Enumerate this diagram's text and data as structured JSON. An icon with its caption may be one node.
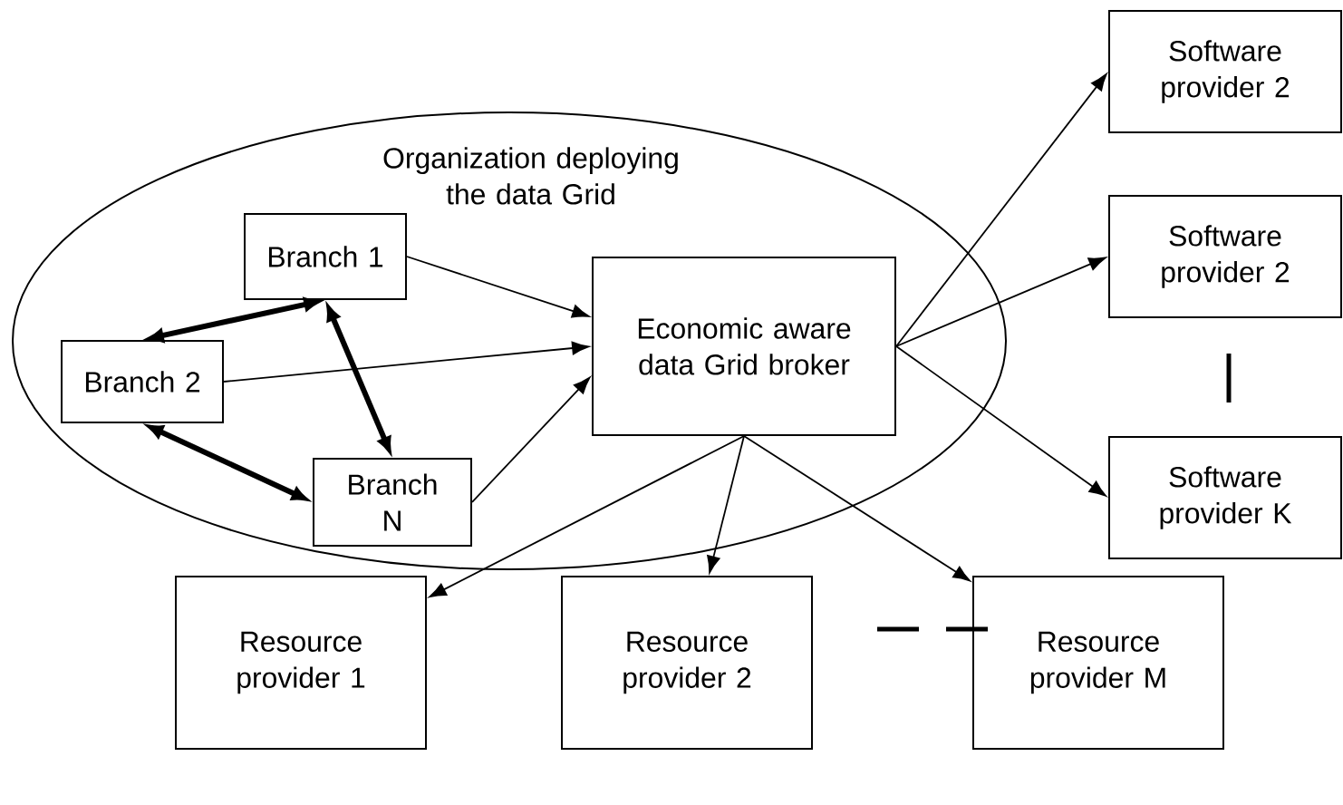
{
  "diagram": {
    "nodes": [
      {
        "text": [
          "Organization deploying the data Grid"
        ]
      },
      {
        "text": [
          "Branch 1"
        ],
        "in": 0
      },
      {
        "text": [
          "Branch 2"
        ],
        "in": 0
      },
      {
        "text": [
          "Branch N"
        ],
        "in": 0
      },
      {
        "text": [
          "Economic aware data Grid broker"
        ],
        "in": 0
      },
      {
        "text": [
          "Software provider 2"
        ]
      },
      {
        "text": [
          "Software provider 2"
        ]
      },
      {
        "text": [
          "Software provider K"
        ]
      },
      {
        "text": [
          "Resource provider 1"
        ]
      },
      {
        "text": [
          "Resource provider 2"
        ]
      },
      {
        "text": [
          "Resource provider M"
        ]
      }
    ],
    "edges": [
      {
        "from": 1,
        "to": 2,
        "arrow": "both",
        "style": "thick"
      },
      {
        "from": 1,
        "to": 3,
        "arrow": "both",
        "style": "thick"
      },
      {
        "from": 2,
        "to": 3,
        "arrow": "both",
        "style": "thick"
      },
      {
        "from": 1,
        "to": 4,
        "arrow": "to"
      },
      {
        "from": 2,
        "to": 4,
        "arrow": "to"
      },
      {
        "from": 3,
        "to": 4,
        "arrow": "to"
      },
      {
        "from": 4,
        "to": 5,
        "arrow": "to"
      },
      {
        "from": 4,
        "to": 6,
        "arrow": "to"
      },
      {
        "from": 4,
        "to": 7,
        "arrow": "to"
      },
      {
        "from": 4,
        "to": 8,
        "arrow": "to"
      },
      {
        "from": 4,
        "to": 9,
        "arrow": "to"
      },
      {
        "from": 4,
        "to": 10,
        "arrow": "to"
      }
    ]
  }
}
